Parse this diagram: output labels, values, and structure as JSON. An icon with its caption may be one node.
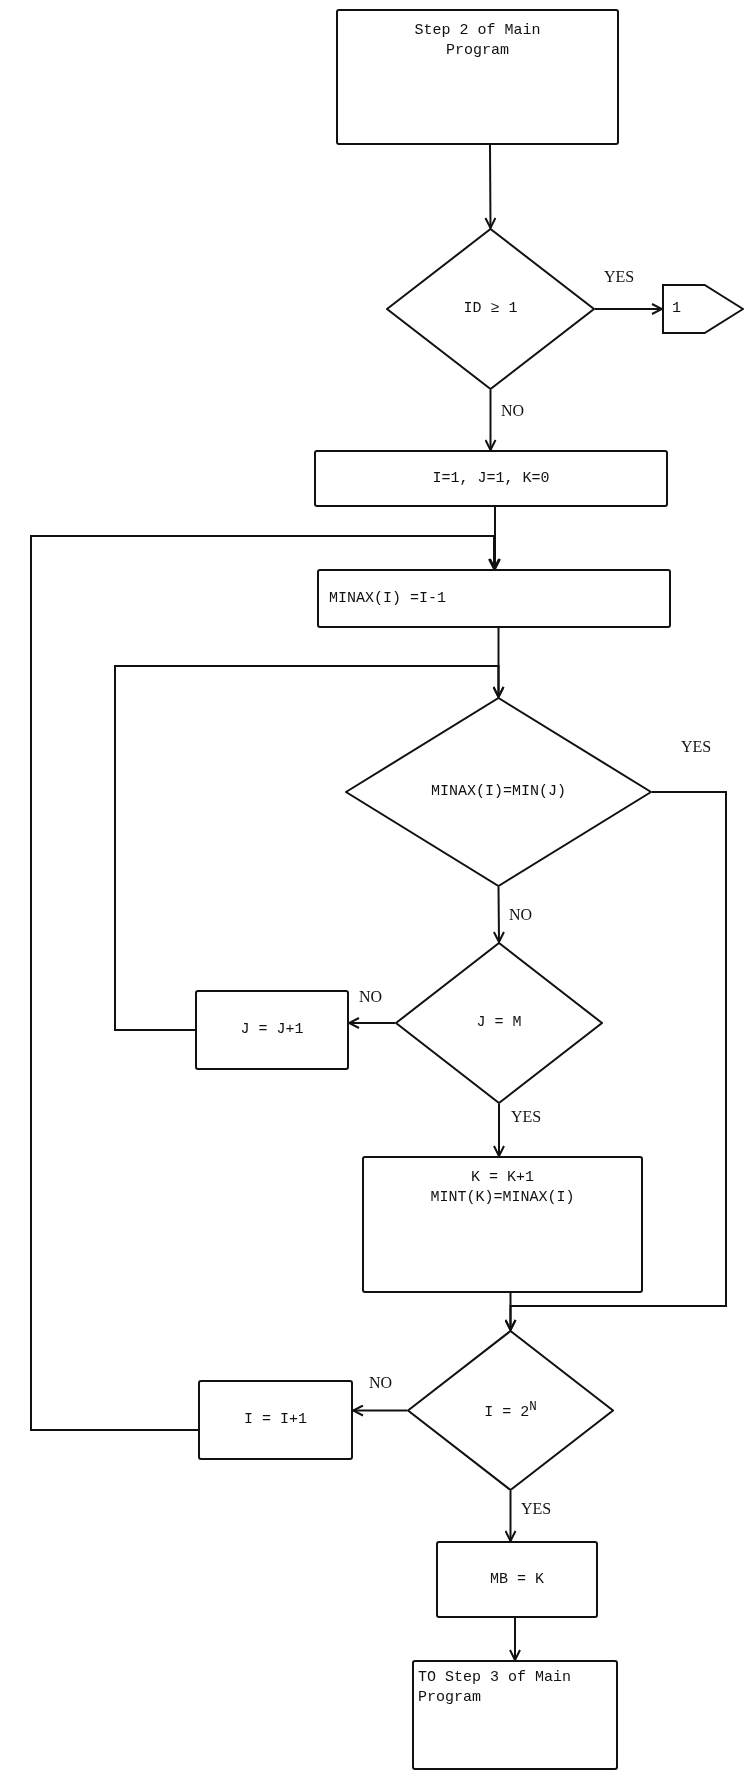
{
  "diagram": {
    "nodes": [
      {
        "text": [
          "Step 2 of Main Program"
        ]
      },
      {
        "text": [
          "ID ≥ 1"
        ]
      },
      {
        "text": [
          "1"
        ]
      },
      {
        "text": [
          "I=1, J=1, K=0"
        ]
      },
      {
        "text": [
          "MINAX(I) =I-1"
        ]
      },
      {
        "text": [
          "MINAX(I)=MIN(J)"
        ]
      },
      {
        "text": [
          "J = M"
        ]
      },
      {
        "text": [
          "J = J+1"
        ]
      },
      {
        "text": [
          "K = K+1",
          "MINT(K)=MINAX(I)"
        ]
      },
      {
        "text": [
          "I = 2$^{N}$"
        ]
      },
      {
        "text": [
          "I = I+1"
        ]
      },
      {
        "text": [
          "MB = K"
        ]
      },
      {
        "text": [
          "TO Step 3 of Main Program"
        ]
      }
    ],
    "edges": [
      {
        "from": 0,
        "to": 1,
        "arrow": "to"
      },
      {
        "from": 1,
        "to": 2,
        "arrow": "to",
        "label": "YES"
      },
      {
        "from": 1,
        "to": 3,
        "arrow": "to",
        "label": "NO"
      },
      {
        "from": 3,
        "to": 4,
        "arrow": "to"
      },
      {
        "from": 4,
        "to": 5,
        "arrow": "to"
      },
      {
        "from": 5,
        "to": 9,
        "arrow": "to",
        "label": "YES"
      },
      {
        "from": 5,
        "to": 6,
        "arrow": "to",
        "label": "NO"
      },
      {
        "from": 6,
        "to": 7,
        "arrow": "to",
        "label": "NO"
      },
      {
        "from": 7,
        "to": 5,
        "arrow": "to"
      },
      {
        "from": 6,
        "to": 8,
        "arrow": "to",
        "label": "YES"
      },
      {
        "from": 8,
        "to": 9,
        "arrow": "to"
      },
      {
        "from": 9,
        "to": 10,
        "arrow": "to",
        "label": "NO"
      },
      {
        "from": 10,
        "to": 4,
        "arrow": "to"
      },
      {
        "from": 9,
        "to": 11,
        "arrow": "to",
        "label": "YES"
      },
      {
        "from": 11,
        "to": 12,
        "arrow": "to"
      }
    ]
  }
}
